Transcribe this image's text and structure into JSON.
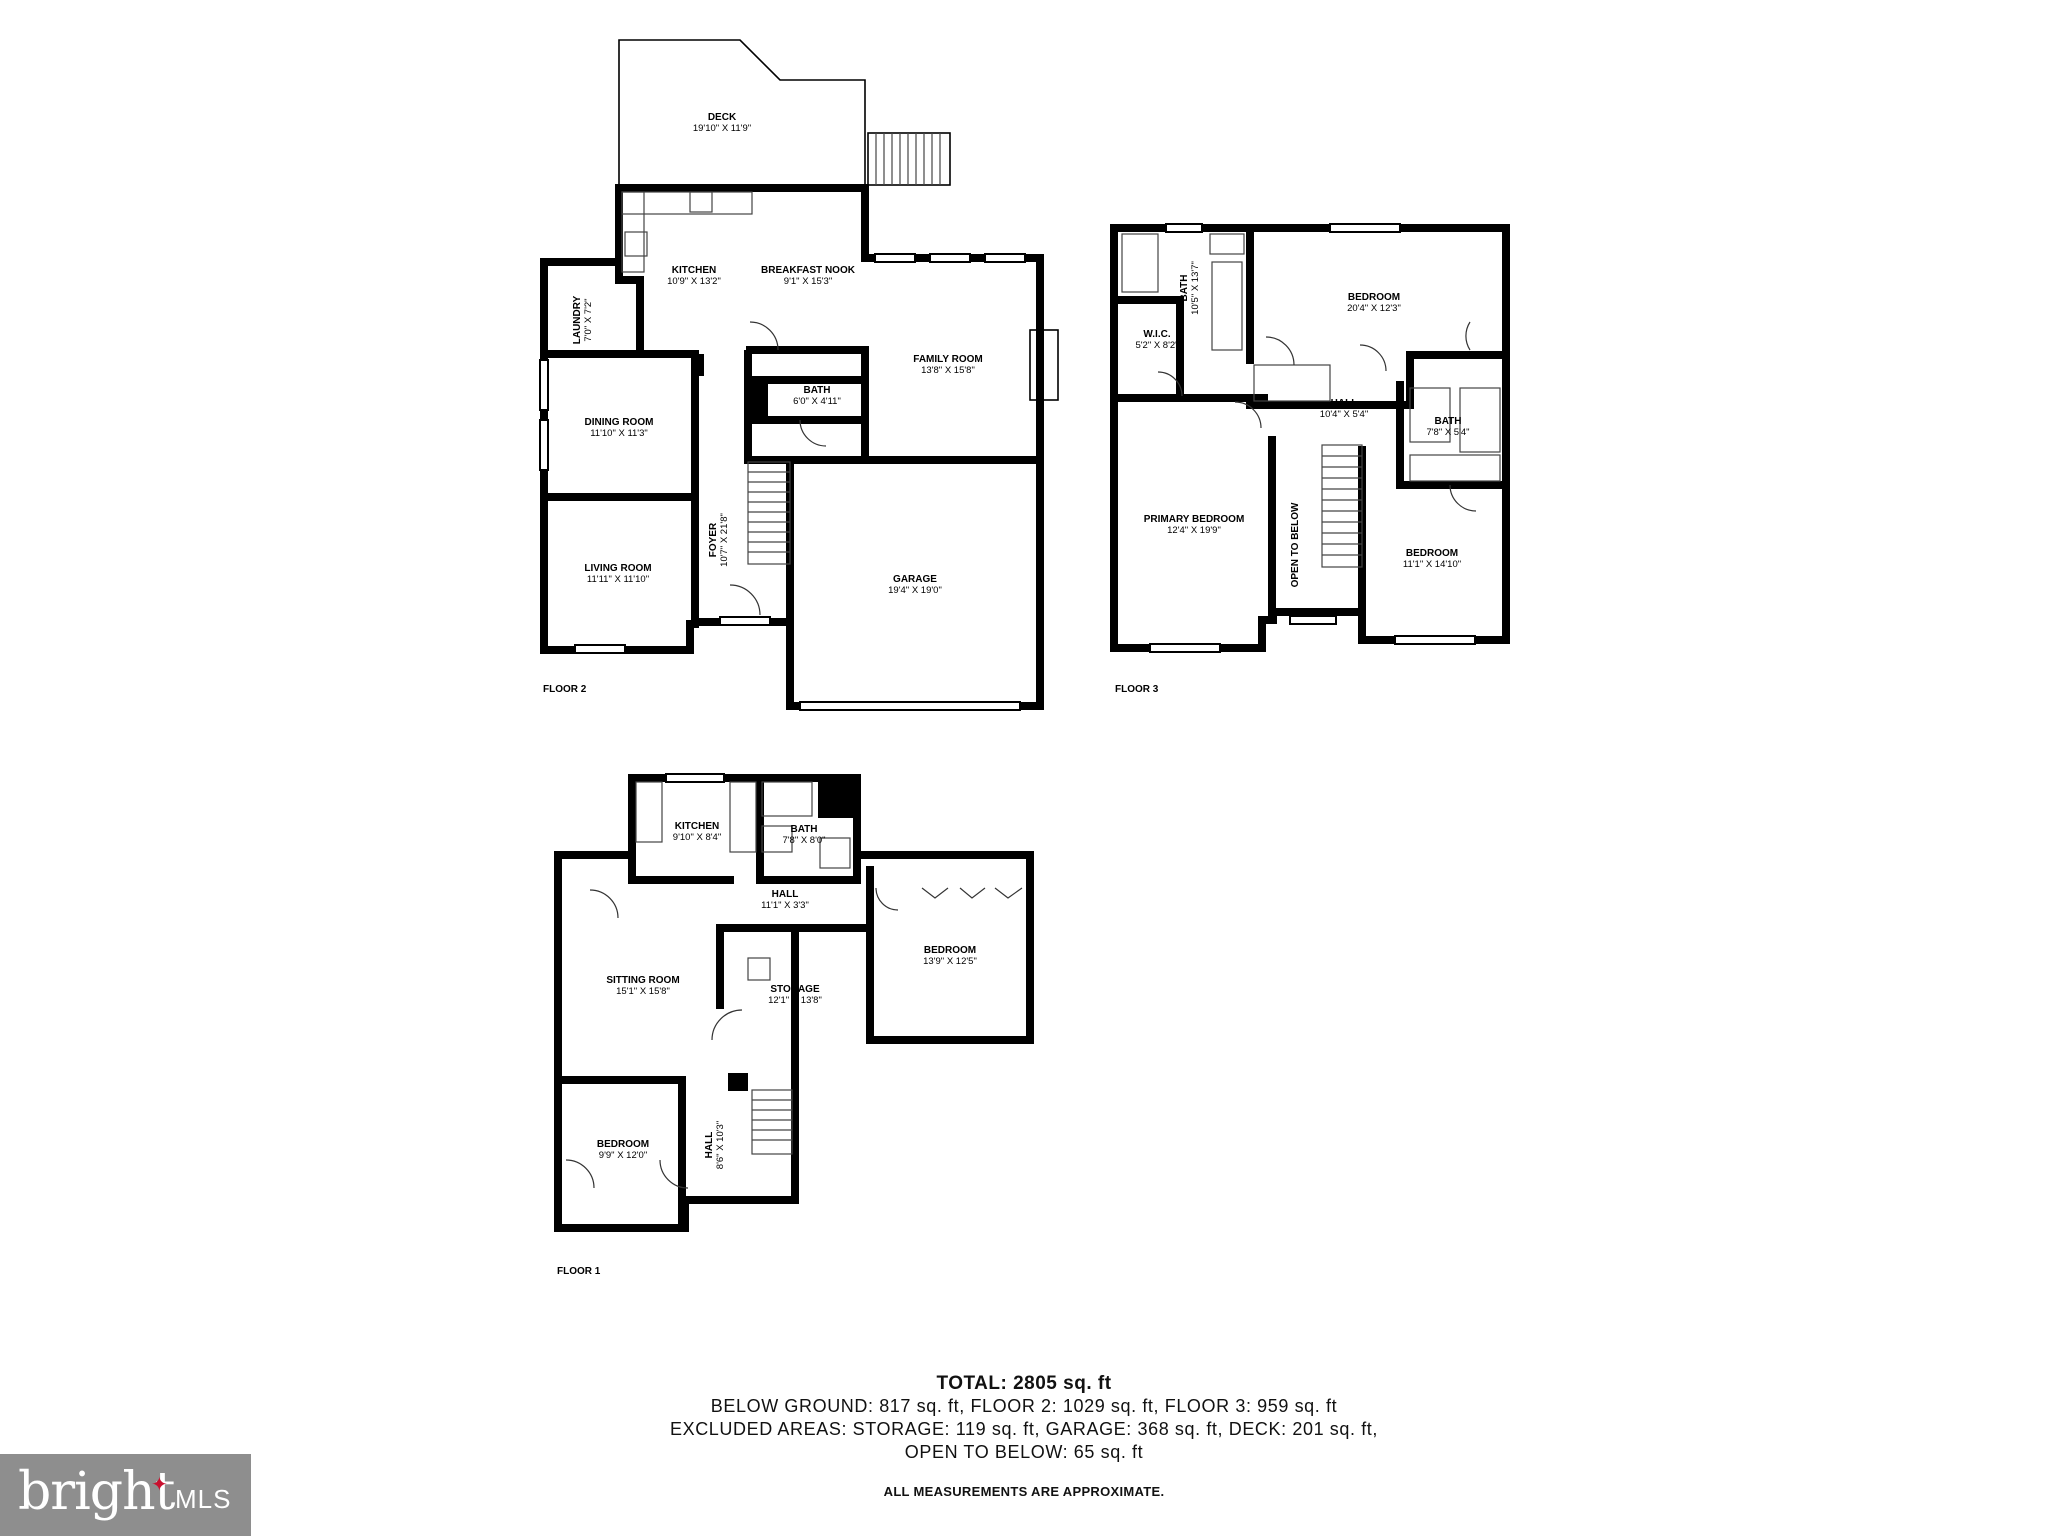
{
  "floors": {
    "floor2": {
      "label": "FLOOR 2",
      "rooms": [
        {
          "id": "deck",
          "name": "DECK",
          "dims": "19'10\" X 11'9\""
        },
        {
          "id": "kitchen",
          "name": "KITCHEN",
          "dims": "10'9\" X 13'2\""
        },
        {
          "id": "breakfast",
          "name": "BREAKFAST NOOK",
          "dims": "9'1\" X 15'3\""
        },
        {
          "id": "laundry",
          "name": "LAUNDRY",
          "dims": "7'0\" X 7'2\""
        },
        {
          "id": "family",
          "name": "FAMILY ROOM",
          "dims": "13'8\" X 15'8\""
        },
        {
          "id": "bath",
          "name": "BATH",
          "dims": "6'0\" X 4'11\""
        },
        {
          "id": "dining",
          "name": "DINING ROOM",
          "dims": "11'10\" X 11'3\""
        },
        {
          "id": "foyer",
          "name": "FOYER",
          "dims": "10'7\" X 21'8\""
        },
        {
          "id": "living",
          "name": "LIVING ROOM",
          "dims": "11'11\" X 11'10\""
        },
        {
          "id": "garage",
          "name": "GARAGE",
          "dims": "19'4\" X 19'0\""
        }
      ]
    },
    "floor3": {
      "label": "FLOOR 3",
      "rooms": [
        {
          "id": "bath1",
          "name": "BATH",
          "dims": "10'5\" X 13'7\""
        },
        {
          "id": "bedroom1",
          "name": "BEDROOM",
          "dims": "20'4\" X 12'3\""
        },
        {
          "id": "wic",
          "name": "W.I.C.",
          "dims": "5'2\" X 8'2\""
        },
        {
          "id": "hall",
          "name": "HALL",
          "dims": "10'4\" X 5'4\""
        },
        {
          "id": "bath2",
          "name": "BATH",
          "dims": "7'8\" X 5'4\""
        },
        {
          "id": "primary",
          "name": "PRIMARY BEDROOM",
          "dims": "12'4\" X 19'9\""
        },
        {
          "id": "open",
          "name": "OPEN TO BELOW",
          "dims": ""
        },
        {
          "id": "bedroom2",
          "name": "BEDROOM",
          "dims": "11'1\" X 14'10\""
        }
      ]
    },
    "floor1": {
      "label": "FLOOR 1",
      "rooms": [
        {
          "id": "kitchen",
          "name": "KITCHEN",
          "dims": "9'10\" X 8'4\""
        },
        {
          "id": "bath",
          "name": "BATH",
          "dims": "7'8\" X 8'0\""
        },
        {
          "id": "hall",
          "name": "HALL",
          "dims": "11'1\" X 3'3\""
        },
        {
          "id": "sitting",
          "name": "SITTING ROOM",
          "dims": "15'1\" X 15'8\""
        },
        {
          "id": "storage",
          "name": "STORAGE",
          "dims": "12'1\" X 13'8\""
        },
        {
          "id": "bedroom1",
          "name": "BEDROOM",
          "dims": "13'9\" X 12'5\""
        },
        {
          "id": "bedroom2",
          "name": "BEDROOM",
          "dims": "9'9\" X 12'0\""
        },
        {
          "id": "hall2",
          "name": "HALL",
          "dims": "8'6\" X 10'3\""
        }
      ]
    }
  },
  "summary": {
    "total": "TOTAL: 2805 sq. ft",
    "line1": "BELOW GROUND: 817 sq. ft, FLOOR 2: 1029 sq. ft, FLOOR 3: 959 sq. ft",
    "line2": "EXCLUDED AREAS: STORAGE: 119 sq. ft, GARAGE: 368 sq. ft, DECK: 201 sq. ft,",
    "line3": "OPEN TO BELOW: 65 sq. ft",
    "disclaimer": "ALL MEASUREMENTS ARE APPROXIMATE."
  },
  "logo": {
    "word": "bright",
    "suffix": "MLS",
    "background": "#8e8e8e",
    "accent": "#c8102e"
  }
}
